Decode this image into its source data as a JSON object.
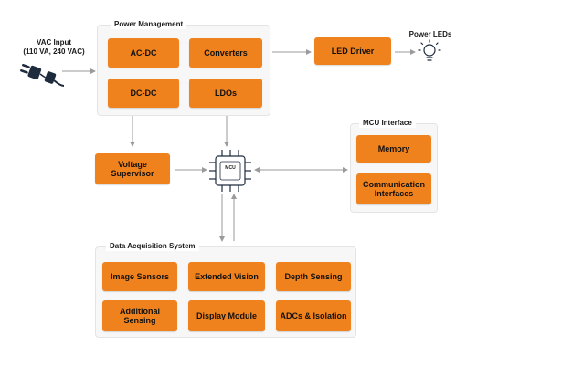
{
  "input": {
    "title": "VAC Input",
    "subtitle": "(110 VA, 240 VAC)"
  },
  "power_management": {
    "label": "Power Management",
    "blocks": [
      "AC-DC",
      "Converters",
      "DC-DC",
      "LDOs"
    ]
  },
  "led_driver": "LED Driver",
  "power_leds": "Power LEDs",
  "voltage_supervisor": [
    "Voltage",
    "Supervisor"
  ],
  "mcu": "MCU",
  "mcu_interface": {
    "label": "MCU Interface",
    "memory": "Memory",
    "communication": [
      "Communication",
      "Interfaces"
    ]
  },
  "data_acquisition": {
    "label": "Data Acquisition System",
    "image_sensors": "Image Sensors",
    "extended_vision": "Extended Vision",
    "depth_sensing": "Depth Sensing",
    "additional_sensing": [
      "Additional",
      "Sensing"
    ],
    "display_module": "Display Module",
    "adcs_isolation": "ADCs & Isolation"
  },
  "colors": {
    "block": "#f0821e",
    "arrow": "#9a9a9a",
    "group_bg": "#f7f7f7"
  },
  "icons": [
    "power-plug-icon",
    "light-bulb-icon",
    "mcu-chip-icon"
  ]
}
